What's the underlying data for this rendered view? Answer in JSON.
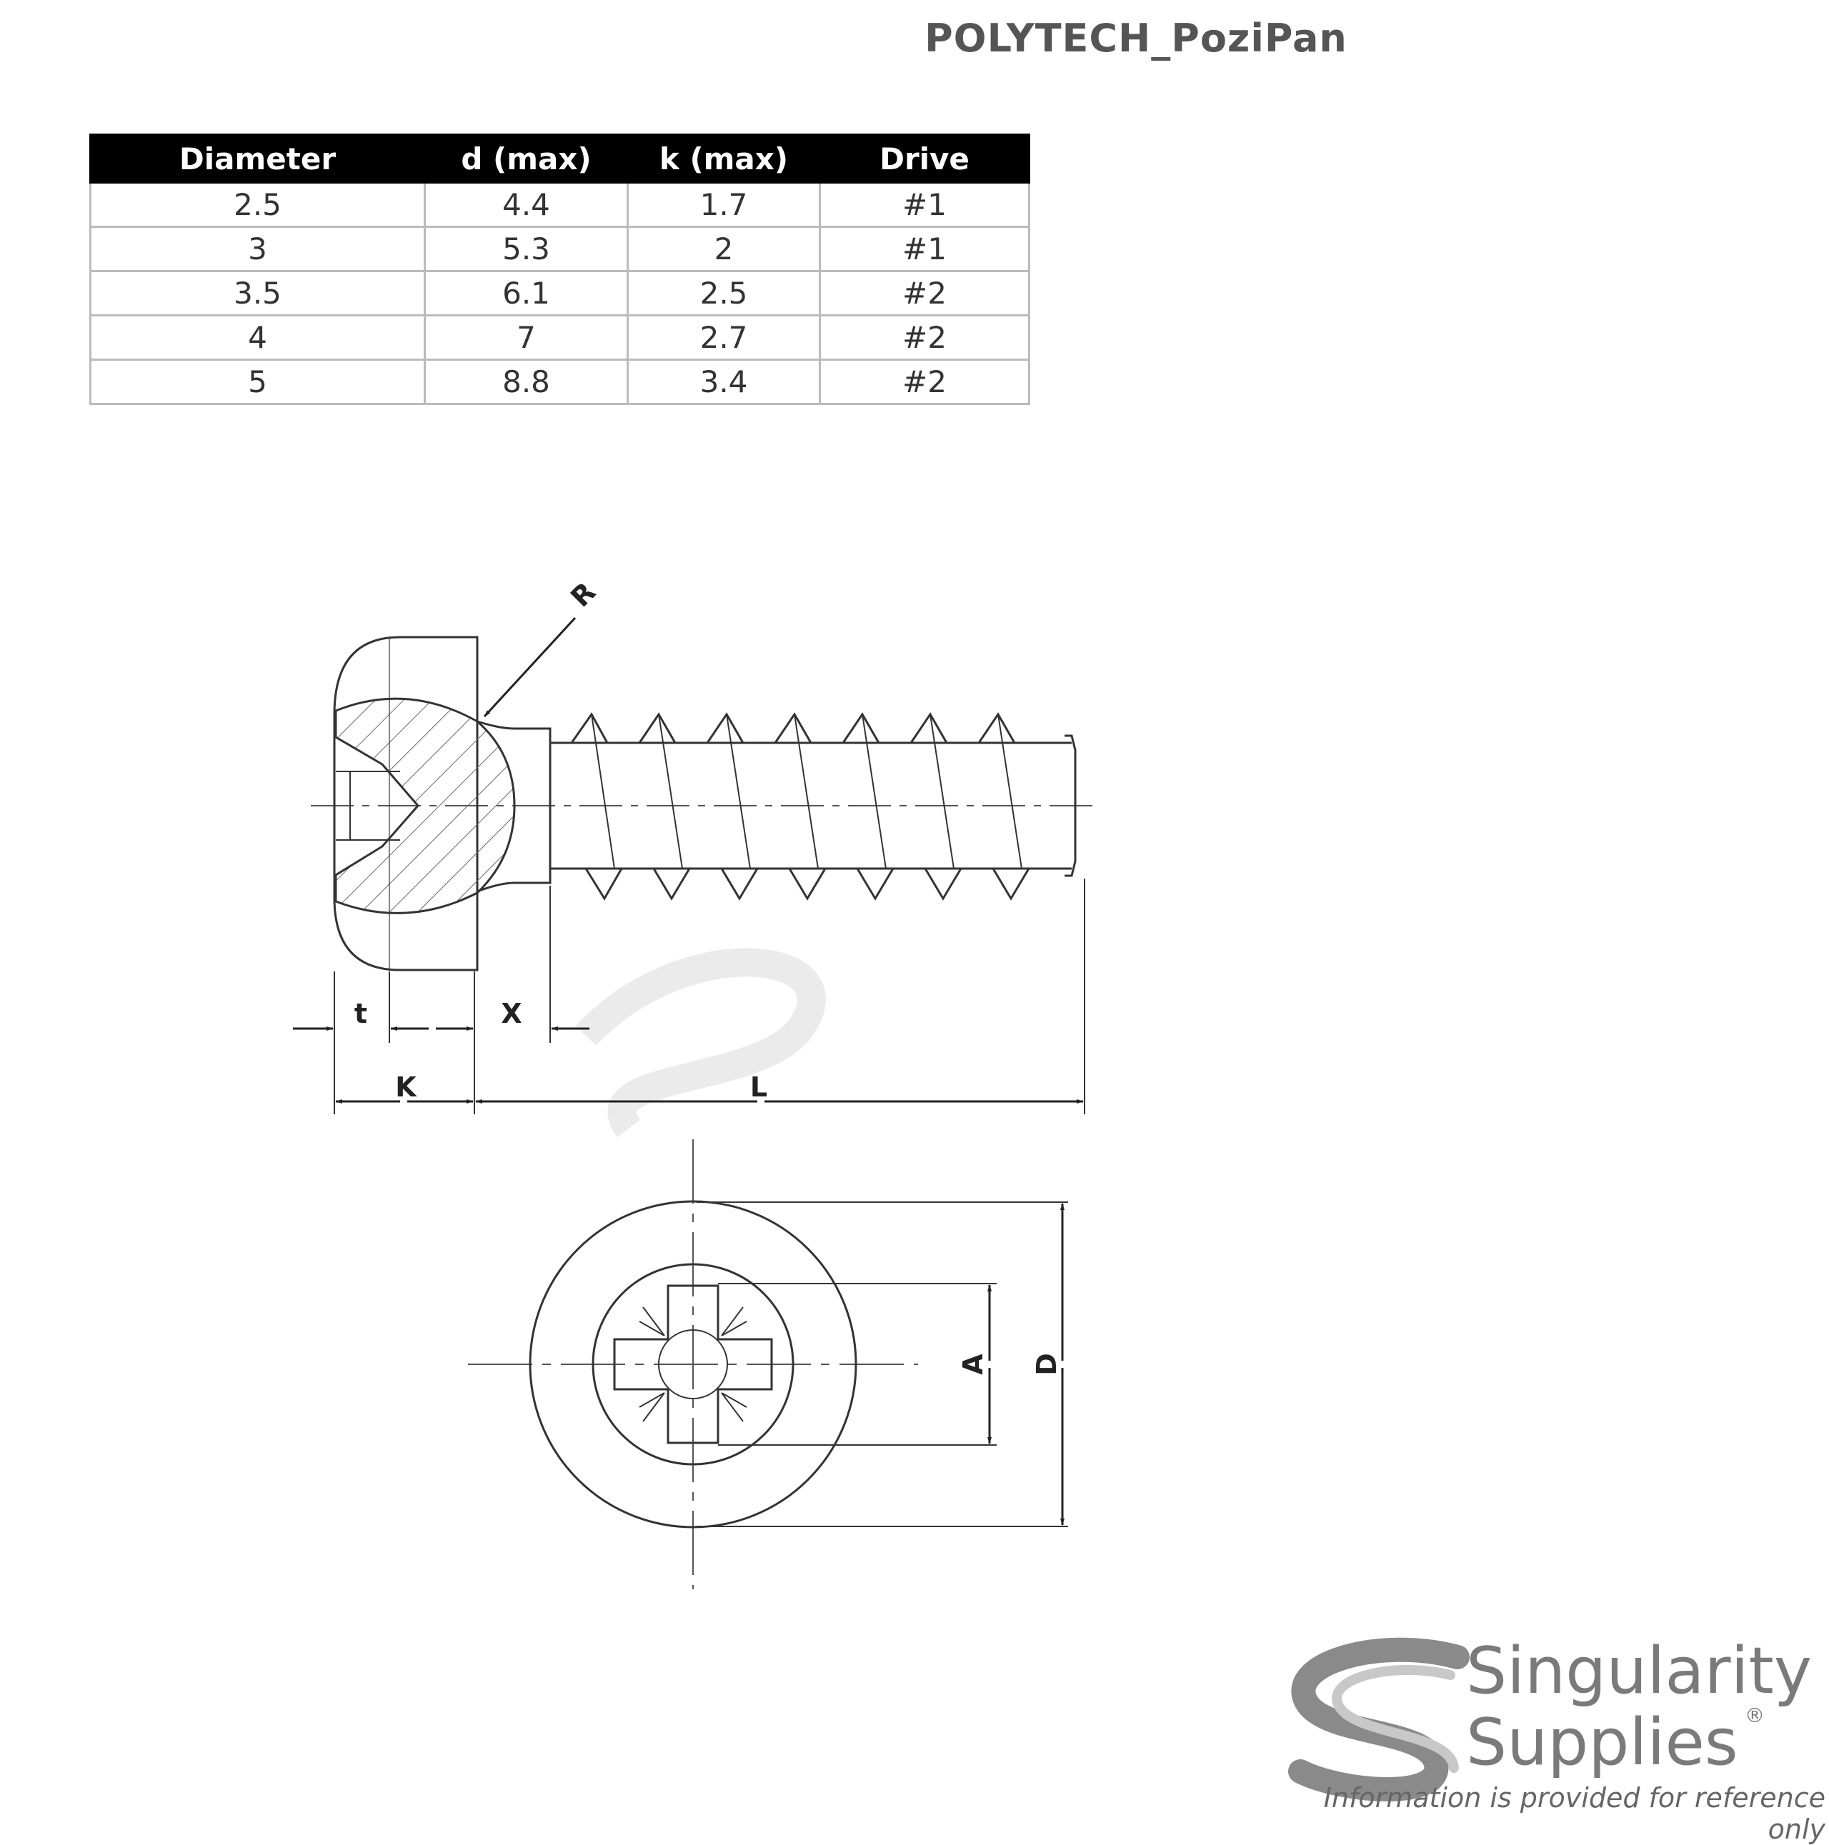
{
  "title": "POLYTECH_PoziPan",
  "table": {
    "headers": [
      "Diameter",
      "d (max)",
      "k (max)",
      "Drive"
    ],
    "rows": [
      [
        "2.5",
        "4.4",
        "1.7",
        "#1"
      ],
      [
        "3",
        "5.3",
        "2",
        "#1"
      ],
      [
        "3.5",
        "6.1",
        "2.5",
        "#2"
      ],
      [
        "4",
        "7",
        "2.7",
        "#2"
      ],
      [
        "5",
        "8.8",
        "3.4",
        "#2"
      ]
    ]
  },
  "drawing": {
    "labels": {
      "radius": "R",
      "t": "t",
      "x": "X",
      "k": "K",
      "l": "L",
      "a": "A",
      "d": "D"
    }
  },
  "brand": {
    "line1": "Singularity",
    "line2": "Supplies",
    "registered": "®",
    "logo_icon": "s-swoosh-logo-icon",
    "color": "#7a7a7a"
  },
  "disclaimer": "Information is provided for reference only"
}
